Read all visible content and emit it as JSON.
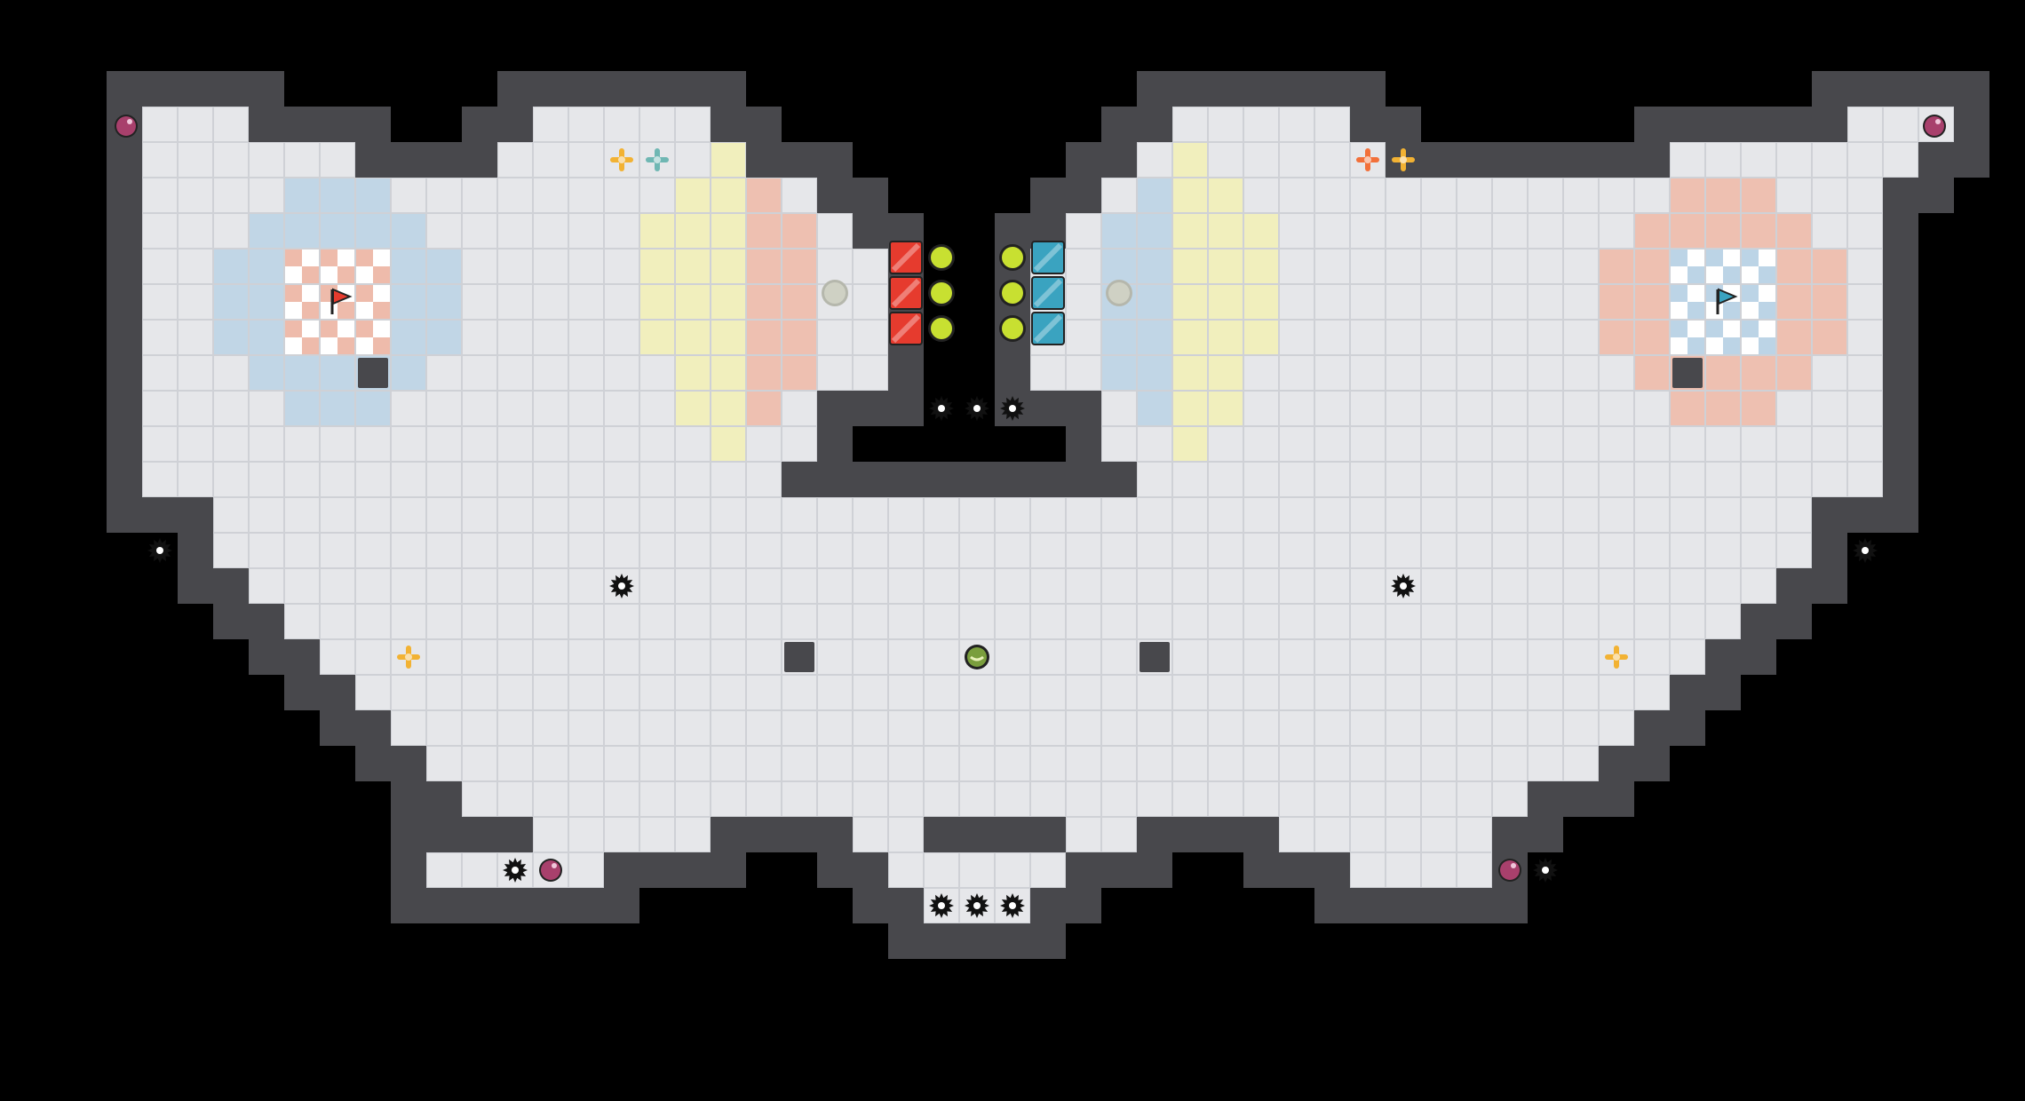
{
  "game": {
    "title": "",
    "colors": {
      "background": "#000000",
      "wall": "#48484c",
      "wall_line": "#2a2a2e",
      "wall_highlight": "#5a5a60",
      "floor": "#e6e7ea",
      "floor_grid": "#cfd1d6",
      "cutout": "#f2f2f4",
      "red_team": "#e63b2e",
      "blue_team": "#3aa3c0",
      "red_zone": "#eebbab",
      "blue_zone": "#bcd4e6",
      "yellow_zone": "#f2efb8",
      "boost_orange": "#f2b233",
      "boost_red": "#f2703a",
      "boost_teal": "#6fb7b3",
      "bomb": "#a8406c",
      "ball": "#7a9e3d",
      "toggle_green": "#c8e031",
      "button_grey": "#cfd1c4"
    },
    "tile_legend": {
      "wall": "wall-tile",
      "floor": "floor-tile",
      "spike": "spike-hazard",
      "boost": "boost-pad",
      "bomb": "bomb-powerup",
      "flag": "flag",
      "gate": "gate-tile",
      "button": "gate-button",
      "player": "player-ball"
    }
  }
}
